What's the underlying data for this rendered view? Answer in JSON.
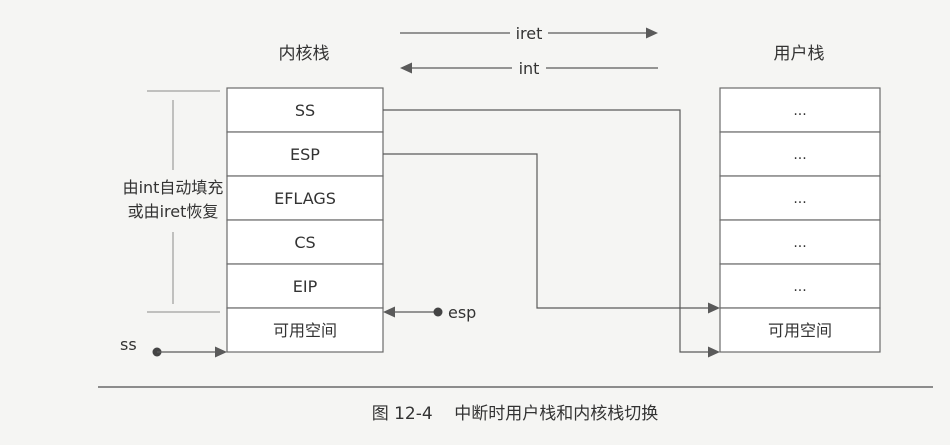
{
  "kernel_stack": {
    "title": "内核栈",
    "cells": [
      "SS",
      "ESP",
      "EFLAGS",
      "CS",
      "EIP",
      "可用空间"
    ]
  },
  "user_stack": {
    "title": "用户栈",
    "cells": [
      "...",
      "...",
      "...",
      "...",
      "...",
      "可用空间"
    ]
  },
  "direction_labels": {
    "iret": "iret",
    "int": "int"
  },
  "bracket_label": {
    "line1": "由int自动填充",
    "line2": "或由iret恢复"
  },
  "pointer_labels": {
    "esp": "esp",
    "ss": "ss"
  },
  "caption": "图 12-4    中断时用户栈和内核栈切换"
}
